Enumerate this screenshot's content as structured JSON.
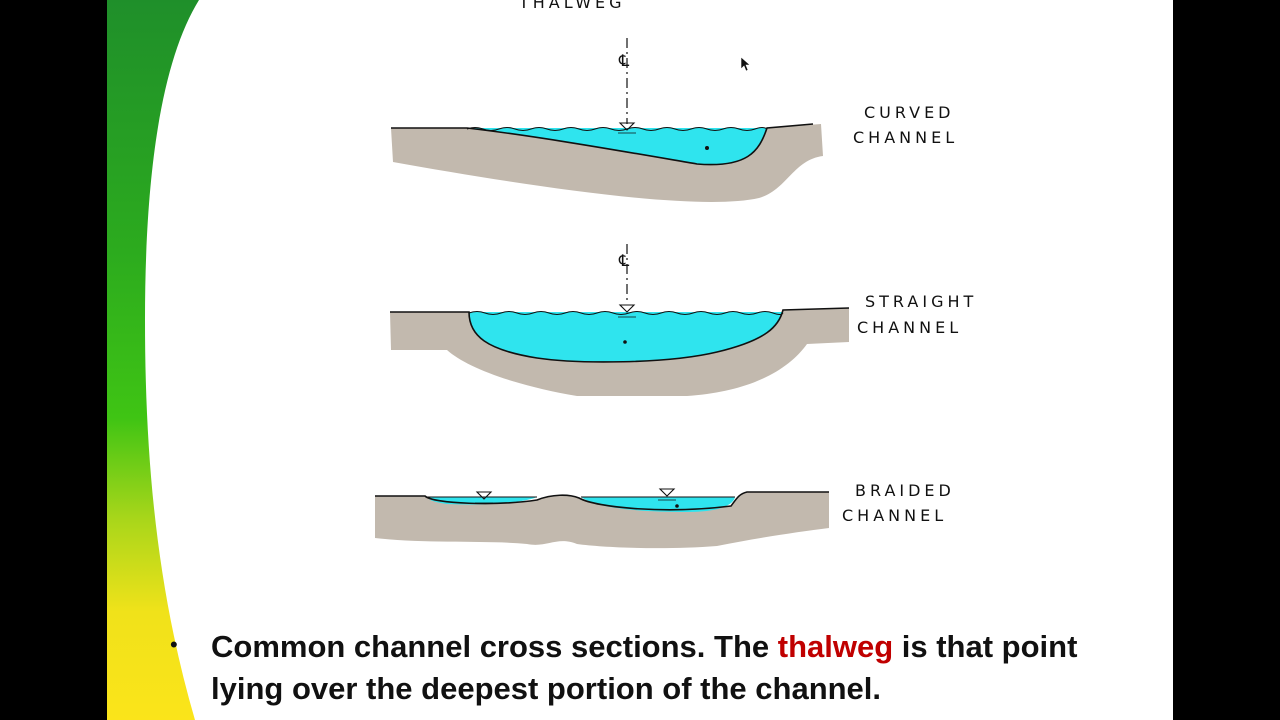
{
  "diagram": {
    "top_title": "THALWEG",
    "centerline_symbol": "℄",
    "sections": [
      {
        "label_line1": "CURVED",
        "label_line2": "CHANNEL"
      },
      {
        "label_line1": "STRAIGHT",
        "label_line2": "CHANNEL"
      },
      {
        "label_line1": "BRAIDED",
        "label_line2": "CHANNEL"
      }
    ]
  },
  "caption": {
    "part1": "Common channel cross sections.  The ",
    "highlight": "thalweg",
    "part2": " is that point lying over the deepest portion of the channel."
  },
  "colors": {
    "water": "#2fe4ee",
    "soil": "#c2b9ae",
    "highlight": "#c00000"
  }
}
